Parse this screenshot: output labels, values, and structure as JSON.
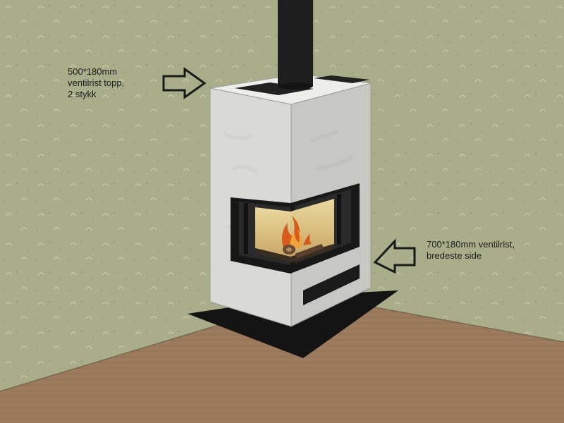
{
  "annotations": {
    "top_vent": {
      "lines": [
        "500*180mm",
        "ventilrist topp,",
        "2 stykk"
      ]
    },
    "side_vent": {
      "lines": [
        "700*180mm ventilrist,",
        "bredeste side"
      ]
    }
  },
  "icons": {
    "top_arrow": "arrow-right-outline-icon",
    "side_arrow": "arrow-left-outline-icon"
  },
  "colors": {
    "wall": "#a9ad8a",
    "floor": "#9c7a5d",
    "hearth_plate": "#141414",
    "stove_front": "#d9dad6",
    "stove_side": "#c7c8c4",
    "stove_top": "#ededea",
    "chimney": "#1e1e1e",
    "firebox_glow": "#e6cf8e"
  }
}
